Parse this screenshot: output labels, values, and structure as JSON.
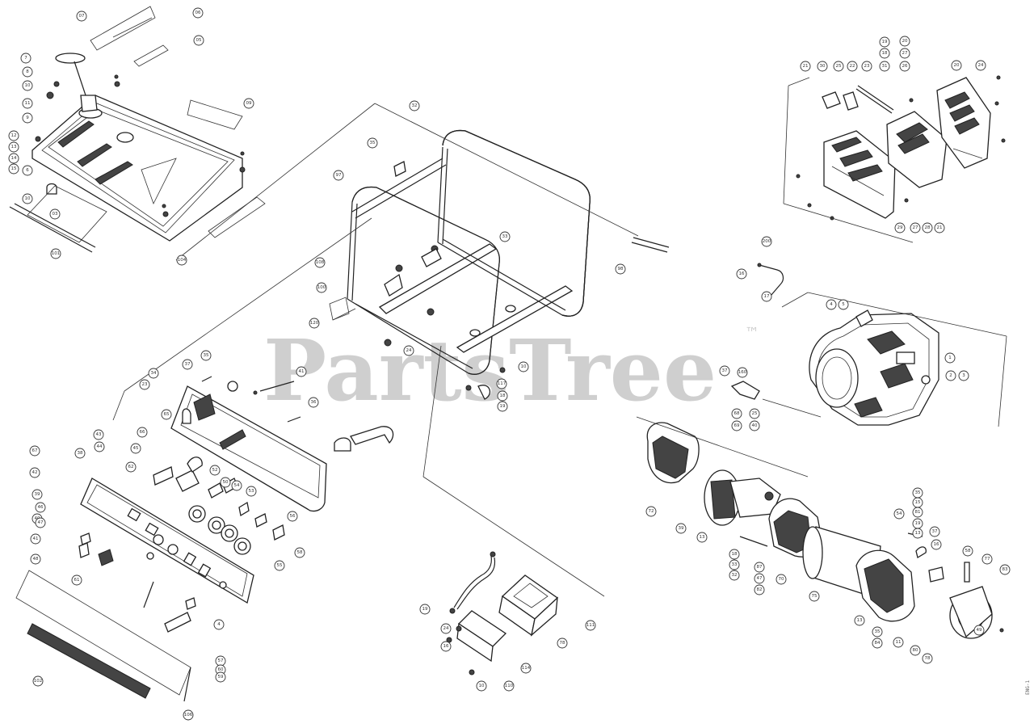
{
  "watermark": {
    "text": "PartsTree",
    "trademark": "™"
  },
  "side_code": "ENG-1",
  "callouts": [
    {
      "id": "c1",
      "label": "07"
    },
    {
      "id": "c2",
      "label": "06"
    },
    {
      "id": "c3",
      "label": "7"
    },
    {
      "id": "c4",
      "label": "05"
    },
    {
      "id": "c5",
      "label": "8"
    },
    {
      "id": "c6",
      "label": "10"
    },
    {
      "id": "c7",
      "label": "11"
    },
    {
      "id": "c8",
      "label": "9"
    },
    {
      "id": "c9",
      "label": "09"
    },
    {
      "id": "c10",
      "label": "12"
    },
    {
      "id": "c11",
      "label": "13"
    },
    {
      "id": "c12",
      "label": "14"
    },
    {
      "id": "c13",
      "label": "15"
    },
    {
      "id": "c14",
      "label": "6"
    },
    {
      "id": "c15",
      "label": "10"
    },
    {
      "id": "c16",
      "label": "03"
    },
    {
      "id": "c17",
      "label": "101"
    },
    {
      "id": "c18",
      "label": "104"
    },
    {
      "id": "c19",
      "label": "32"
    },
    {
      "id": "c20",
      "label": "35"
    },
    {
      "id": "c21",
      "label": "97"
    },
    {
      "id": "c22",
      "label": "98"
    },
    {
      "id": "c23",
      "label": "33"
    },
    {
      "id": "c24",
      "label": "100"
    },
    {
      "id": "c25",
      "label": "108"
    },
    {
      "id": "c26",
      "label": "120"
    },
    {
      "id": "c27",
      "label": "24"
    },
    {
      "id": "c28",
      "label": "10"
    },
    {
      "id": "c29",
      "label": "117"
    },
    {
      "id": "c30",
      "label": "18"
    },
    {
      "id": "c31",
      "label": "19"
    },
    {
      "id": "c32",
      "label": "37"
    },
    {
      "id": "c33",
      "label": "35"
    },
    {
      "id": "c34",
      "label": "41"
    },
    {
      "id": "c35",
      "label": "36"
    },
    {
      "id": "c36",
      "label": "34"
    },
    {
      "id": "c37",
      "label": "23"
    },
    {
      "id": "c38",
      "label": "43"
    },
    {
      "id": "c39",
      "label": "65"
    },
    {
      "id": "c40",
      "label": "66"
    },
    {
      "id": "c41",
      "label": "44"
    },
    {
      "id": "c42",
      "label": "45"
    },
    {
      "id": "c43",
      "label": "38"
    },
    {
      "id": "c44",
      "label": "67"
    },
    {
      "id": "c45",
      "label": "62"
    },
    {
      "id": "c46",
      "label": "52"
    },
    {
      "id": "c47",
      "label": "50"
    },
    {
      "id": "c48",
      "label": "54"
    },
    {
      "id": "c49",
      "label": "53"
    },
    {
      "id": "c50",
      "label": "56"
    },
    {
      "id": "c51",
      "label": "58"
    },
    {
      "id": "c52",
      "label": "55"
    },
    {
      "id": "c53",
      "label": "42"
    },
    {
      "id": "c54",
      "label": "39"
    },
    {
      "id": "c55",
      "label": "40"
    },
    {
      "id": "c56",
      "label": "41"
    },
    {
      "id": "c57",
      "label": "48"
    },
    {
      "id": "c58",
      "label": "46"
    },
    {
      "id": "c59",
      "label": "47"
    },
    {
      "id": "c60",
      "label": "61"
    },
    {
      "id": "c61",
      "label": "4"
    },
    {
      "id": "c62",
      "label": "57"
    },
    {
      "id": "c63",
      "label": "60"
    },
    {
      "id": "c64",
      "label": "59"
    },
    {
      "id": "c65",
      "label": "102"
    },
    {
      "id": "c66",
      "label": "106"
    },
    {
      "id": "c67",
      "label": "19"
    },
    {
      "id": "c68",
      "label": "24"
    },
    {
      "id": "c69",
      "label": "16"
    },
    {
      "id": "c70",
      "label": "111"
    },
    {
      "id": "c71",
      "label": "110"
    },
    {
      "id": "c72",
      "label": "114"
    },
    {
      "id": "c73",
      "label": "10"
    },
    {
      "id": "c74",
      "label": "78"
    },
    {
      "id": "c75",
      "label": "21"
    },
    {
      "id": "c76",
      "label": "30"
    },
    {
      "id": "c77",
      "label": "25"
    },
    {
      "id": "c78",
      "label": "22"
    },
    {
      "id": "c79",
      "label": "23"
    },
    {
      "id": "c80",
      "label": "31"
    },
    {
      "id": "c81",
      "label": "19"
    },
    {
      "id": "c82",
      "label": "18"
    },
    {
      "id": "c83",
      "label": "20"
    },
    {
      "id": "c84",
      "label": "27"
    },
    {
      "id": "c85",
      "label": "26"
    },
    {
      "id": "c86",
      "label": "20"
    },
    {
      "id": "c87",
      "label": "24"
    },
    {
      "id": "c88",
      "label": "29"
    },
    {
      "id": "c89",
      "label": "27"
    },
    {
      "id": "c90",
      "label": "28"
    },
    {
      "id": "c91",
      "label": "21"
    },
    {
      "id": "c92",
      "label": "200"
    },
    {
      "id": "c93",
      "label": "16"
    },
    {
      "id": "c94",
      "label": "17"
    },
    {
      "id": "c95",
      "label": "4"
    },
    {
      "id": "c96",
      "label": "5"
    },
    {
      "id": "c97",
      "label": "1"
    },
    {
      "id": "c98",
      "label": "2"
    },
    {
      "id": "c99",
      "label": "3"
    },
    {
      "id": "c100",
      "label": "37"
    },
    {
      "id": "c101",
      "label": "160"
    },
    {
      "id": "c102",
      "label": "68"
    },
    {
      "id": "c103",
      "label": "25"
    },
    {
      "id": "c104",
      "label": "69"
    },
    {
      "id": "c105",
      "label": "40"
    },
    {
      "id": "c106",
      "label": "72"
    },
    {
      "id": "c107",
      "label": "39"
    },
    {
      "id": "c108",
      "label": "13"
    },
    {
      "id": "c109",
      "label": "18"
    },
    {
      "id": "c110",
      "label": "33"
    },
    {
      "id": "c111",
      "label": "32"
    },
    {
      "id": "c112",
      "label": "87"
    },
    {
      "id": "c113",
      "label": "47"
    },
    {
      "id": "c114",
      "label": "82"
    },
    {
      "id": "c115",
      "label": "70"
    },
    {
      "id": "c116",
      "label": "75"
    },
    {
      "id": "c117",
      "label": "35"
    },
    {
      "id": "c118",
      "label": "15"
    },
    {
      "id": "c119",
      "label": "81"
    },
    {
      "id": "c120",
      "label": "19"
    },
    {
      "id": "c121",
      "label": "13"
    },
    {
      "id": "c122",
      "label": "54"
    },
    {
      "id": "c123",
      "label": "37"
    },
    {
      "id": "c124",
      "label": "16"
    },
    {
      "id": "c125",
      "label": "58"
    },
    {
      "id": "c126",
      "label": "77"
    },
    {
      "id": "c127",
      "label": "83"
    },
    {
      "id": "c128",
      "label": "13"
    },
    {
      "id": "c129",
      "label": "35"
    },
    {
      "id": "c130",
      "label": "84"
    },
    {
      "id": "c131",
      "label": "11"
    },
    {
      "id": "c132",
      "label": "80"
    },
    {
      "id": "c133",
      "label": "78"
    },
    {
      "id": "c134",
      "label": "49"
    }
  ]
}
